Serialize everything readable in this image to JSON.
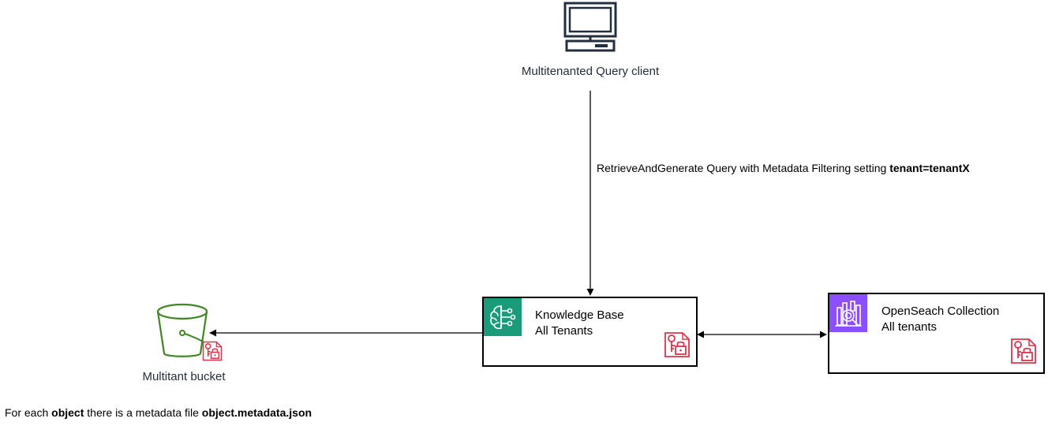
{
  "client": {
    "icon": "desktop-computer-icon",
    "label": "Multitenanted Query client"
  },
  "query_edge": {
    "text_prefix": "RetrieveAndGenerate Query with Metadata Filtering setting",
    "text_bold": "tenant=tenantX"
  },
  "knowledge_base": {
    "icon": "bedrock-brain-icon",
    "line1": "Knowledge Base",
    "line2": "All Tenants",
    "badge_icon": "encryption-key-icon"
  },
  "opensearch": {
    "icon": "opensearch-collection-icon",
    "line1": "OpenSeach Collection",
    "line2": "All tenants",
    "badge_icon": "encryption-key-icon"
  },
  "bucket": {
    "icon": "s3-bucket-icon",
    "label": "Multitant bucket",
    "badge_icon": "encryption-key-icon"
  },
  "footnote": {
    "part1": "For each",
    "part2_bold": "object",
    "part3": "there is a metadata file",
    "part4_bold": "object.metadata.json"
  },
  "colors": {
    "bedrock_green": "#1A9C7B",
    "opensearch_purple": "#8C4FFF",
    "s3_green": "#3F8624",
    "kms_red": "#DD344C",
    "client_dark": "#232F3E",
    "arrow": "#000000"
  }
}
